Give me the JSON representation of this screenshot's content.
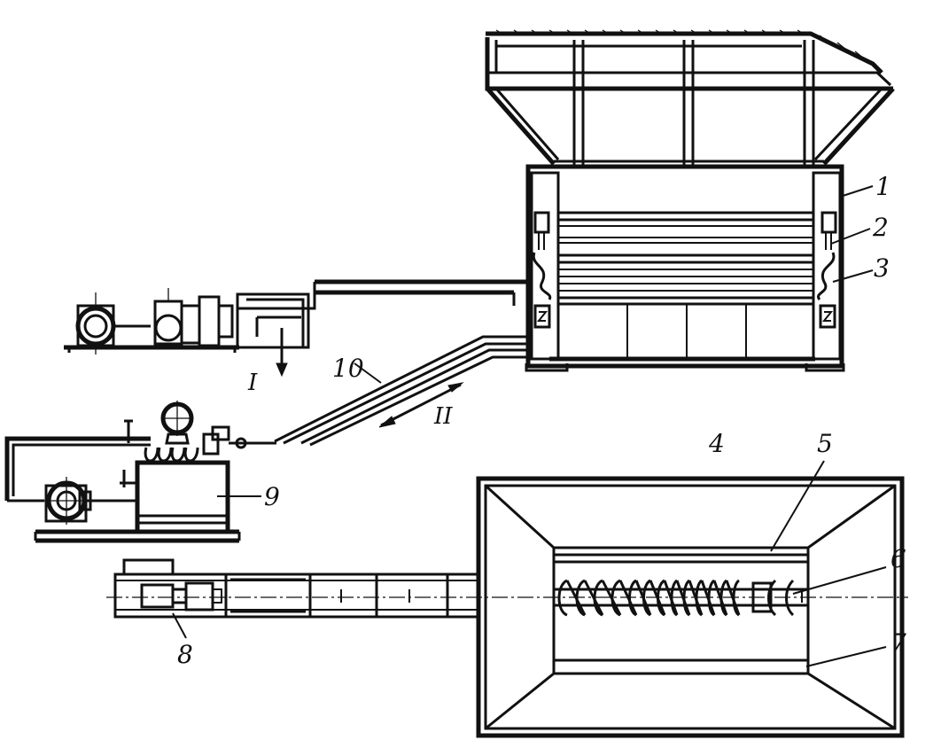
{
  "labels": {
    "n1": "1",
    "n2": "2",
    "n3": "3",
    "n4": "4",
    "n5": "5",
    "n6": "6",
    "n7": "7",
    "n8": "8",
    "n9": "9",
    "n10": "10",
    "flow_I": "I",
    "flow_II": "II"
  }
}
